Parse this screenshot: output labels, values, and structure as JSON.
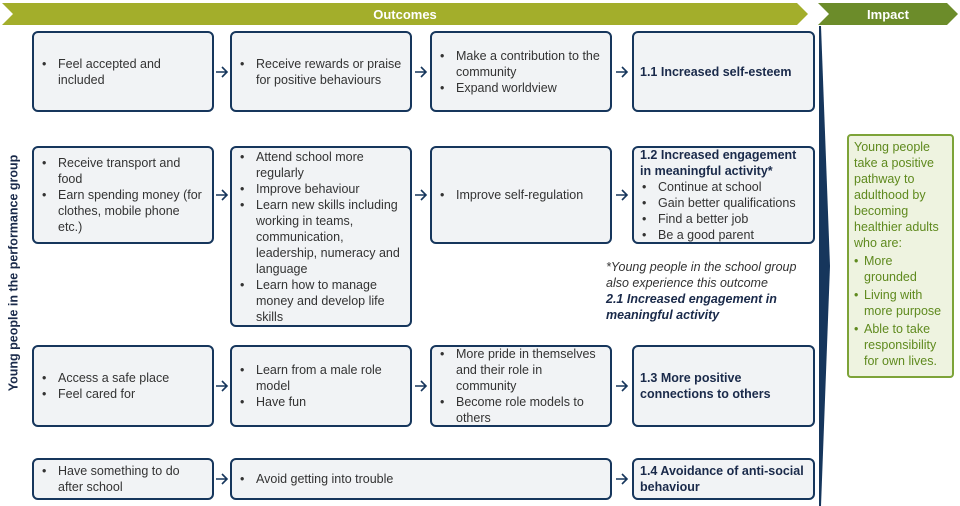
{
  "header": {
    "outcomes": "Outcomes",
    "impact": "Impact"
  },
  "side_label": "Young people in the performance group",
  "rows": [
    {
      "boxes": [
        {
          "items": [
            "Feel accepted and included"
          ]
        },
        {
          "items": [
            "Receive rewards or praise for positive behaviours"
          ]
        },
        {
          "items": [
            "Make a contribution to the community",
            "Expand worldview"
          ]
        }
      ],
      "outcome": {
        "title": "1.1 Increased self-esteem",
        "items": []
      }
    },
    {
      "boxes": [
        {
          "items": [
            "Receive transport and food",
            "Earn spending money (for clothes, mobile phone etc.)"
          ]
        },
        {
          "items": [
            "Attend school more regularly",
            "Improve behaviour",
            "Learn new skills including working in teams, communication, leadership, numeracy and language",
            "Learn how to manage money and develop life skills"
          ]
        },
        {
          "items": [
            "Improve self-regulation"
          ]
        }
      ],
      "outcome": {
        "title": "1.2 Increased engagement in meaningful activity*",
        "items": [
          "Continue at school",
          "Gain better qualifications",
          "Find a better job",
          "Be a good parent"
        ]
      }
    },
    {
      "boxes": [
        {
          "items": [
            "Access a safe place",
            "Feel cared for"
          ]
        },
        {
          "items": [
            "Learn from a male role model",
            "Have fun"
          ]
        },
        {
          "items": [
            "More pride in themselves and their role in community",
            "Become role models to others"
          ]
        }
      ],
      "outcome": {
        "title": "1.3 More positive connections to others",
        "items": []
      }
    },
    {
      "boxes": [
        {
          "items": [
            "Have something to do after school"
          ]
        },
        {
          "items": [
            "Avoid getting into trouble"
          ]
        }
      ],
      "outcome": {
        "title": "1.4 Avoidance of anti-social behaviour",
        "items": []
      }
    }
  ],
  "note": {
    "text": "*Young people in the school group also experience this outcome",
    "strong": "2.1 Increased engagement in meaningful activity"
  },
  "impact_box": {
    "intro": "Young people take a positive pathway to adulthood by becoming healthier adults who are:",
    "items": [
      "More grounded",
      "Living with more purpose",
      "Able to take responsibility for own lives."
    ]
  },
  "colors": {
    "banner": "#a3ae2b",
    "impact_banner": "#6c8c2a",
    "box_border": "#16365c",
    "impact_text": "#5f8a1e"
  }
}
